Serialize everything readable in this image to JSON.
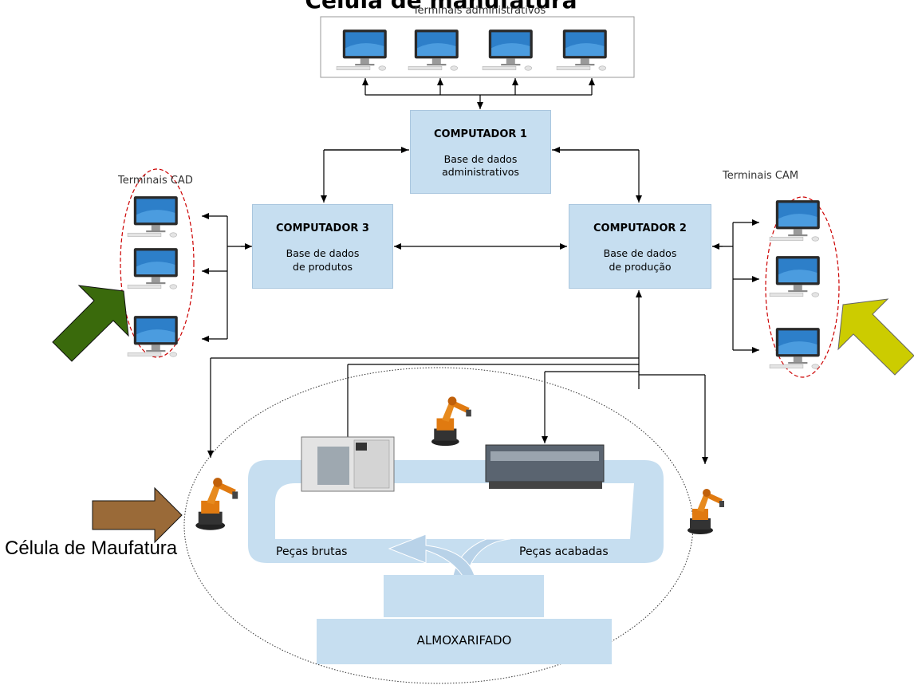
{
  "title": "Célula de manufatura",
  "groups": {
    "admin_label": "Terminais administrativos",
    "cad_label": "Terminais CAD",
    "cam_label": "Terminais CAM"
  },
  "computers": {
    "c1": {
      "title": "COMPUTADOR 1",
      "line1": "Base de dados",
      "line2": "administrativos"
    },
    "c2": {
      "title": "COMPUTADOR 2",
      "line1": "Base de dados",
      "line2": "de produção"
    },
    "c3": {
      "title": "COMPUTADOR 3",
      "line1": "Base de dados",
      "line2": "de produtos"
    }
  },
  "cell": {
    "label": "Célula de Maufatura",
    "raw_parts": "Peças brutas",
    "finished_parts": "Peças acabadas",
    "warehouse": "ALMOXARIFADO"
  },
  "colors": {
    "box_fill": "#c6def0",
    "cad_arrow": "#3a6a0c",
    "cam_arrow": "#cccc00",
    "cell_arrow": "#9a6a38",
    "dashed_ring": "#cc0000",
    "robot": "#e07a10"
  },
  "icons": [
    "monitor-icon",
    "robot-arm-icon",
    "cnc-machine-icon",
    "lathe-icon"
  ]
}
